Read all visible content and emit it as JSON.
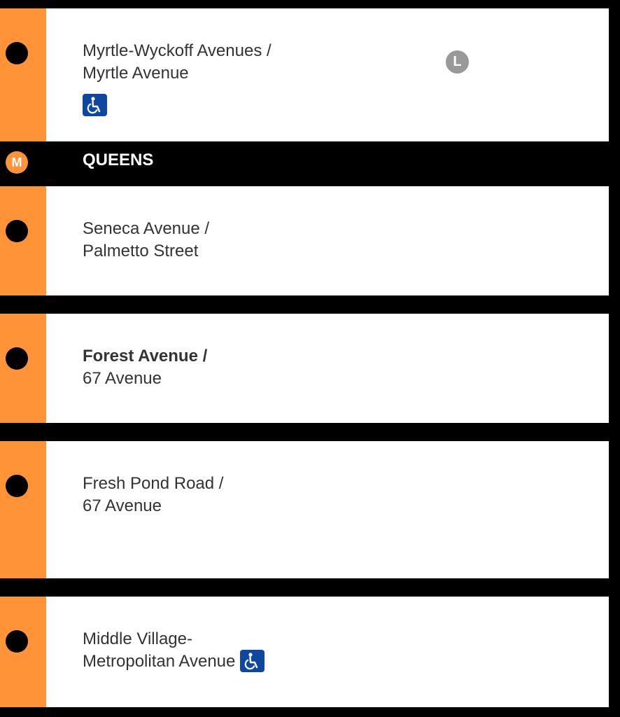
{
  "line": {
    "color": "#FF9338",
    "bullet": "M"
  },
  "stations": [
    {
      "line1": "Myrtle-Wyckoff Avenues /",
      "line2": "Myrtle Avenue",
      "accessible": true,
      "transfers": [
        "L"
      ]
    },
    {
      "line1": "Seneca Avenue /",
      "line2": "Palmetto Street",
      "accessible": false,
      "transfers": []
    },
    {
      "line1": "Forest Avenue /",
      "line2": "67 Avenue",
      "accessible": false,
      "transfers": []
    },
    {
      "line1": "Fresh Pond Road /",
      "line2": "67 Avenue",
      "accessible": false,
      "transfers": []
    },
    {
      "line1": "Middle Village-",
      "line2": "Metropolitan Avenue",
      "accessible": true,
      "transfers": []
    }
  ],
  "borough": {
    "label": "QUEENS",
    "bullet": "M"
  },
  "icons": {
    "accessible": "wheelchair-icon",
    "transfer": "l-train-bullet"
  }
}
